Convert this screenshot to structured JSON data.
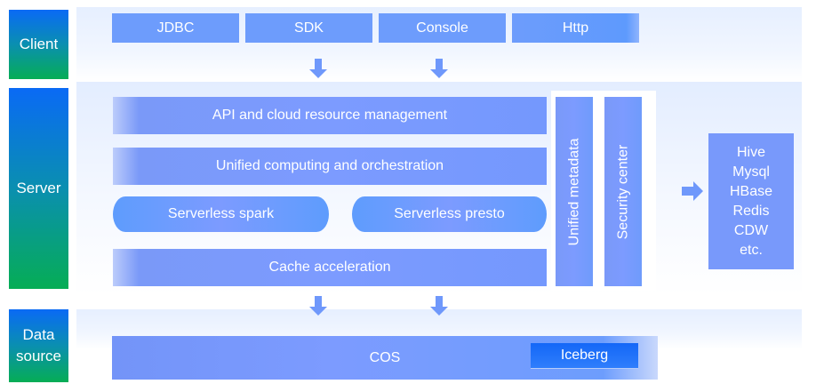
{
  "layers": {
    "client": "Client",
    "server": "Server",
    "data_source": "Data\nsource"
  },
  "client_interfaces": [
    "JDBC",
    "SDK",
    "Console",
    "Http"
  ],
  "server_modules": {
    "api": "API and cloud resource management",
    "compute": "Unified computing and orchestration",
    "spark": "Serverless spark",
    "presto": "Serverless presto",
    "cache": "Cache acceleration",
    "metadata": "Unified metadata",
    "security": "Security center"
  },
  "external_sources": [
    "Hive",
    "Mysql",
    "HBase",
    "Redis",
    "CDW",
    "etc."
  ],
  "storage": {
    "cos": "COS",
    "iceberg": "Iceberg"
  },
  "colors": {
    "box_blue": "#7c9bff",
    "layer_top": "#0a6af5",
    "layer_bottom": "#06ad55",
    "iceberg": "#1467f7"
  }
}
